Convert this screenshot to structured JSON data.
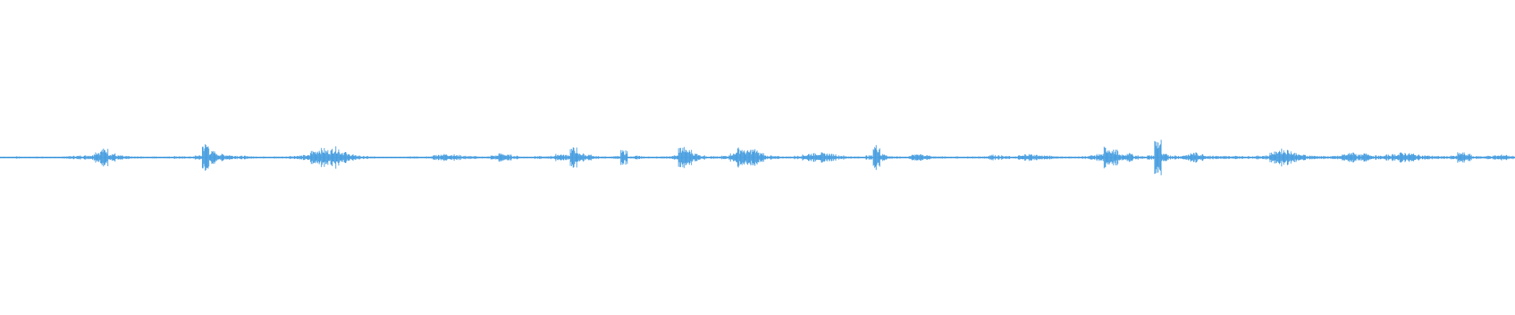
{
  "waveform": {
    "color": "#4a9fe0",
    "background": "#ffffff",
    "amplitude_profile": [
      0.02,
      0.02,
      0.03,
      0.02,
      0.02,
      0.03,
      0.02,
      0.02,
      0.03,
      0.04,
      0.05,
      0.06,
      0.07,
      0.18,
      0.25,
      0.12,
      0.06,
      0.04,
      0.03,
      0.03,
      0.02,
      0.03,
      0.02,
      0.03,
      0.04,
      0.03,
      0.03,
      0.06,
      0.4,
      0.18,
      0.1,
      0.08,
      0.06,
      0.05,
      0.04,
      0.03,
      0.03,
      0.02,
      0.03,
      0.03,
      0.05,
      0.06,
      0.07,
      0.2,
      0.26,
      0.22,
      0.3,
      0.18,
      0.1,
      0.06,
      0.04,
      0.03,
      0.02,
      0.03,
      0.02,
      0.02,
      0.03,
      0.03,
      0.02,
      0.03,
      0.08,
      0.1,
      0.09,
      0.07,
      0.05,
      0.04,
      0.03,
      0.03,
      0.06,
      0.12,
      0.08,
      0.05,
      0.03,
      0.03,
      0.04,
      0.03,
      0.05,
      0.1,
      0.08,
      0.28,
      0.12,
      0.08,
      0.04,
      0.03,
      0.03,
      0.04,
      0.2,
      0.03,
      0.05,
      0.03,
      0.02,
      0.03,
      0.03,
      0.06,
      0.3,
      0.22,
      0.12,
      0.06,
      0.04,
      0.03,
      0.05,
      0.12,
      0.28,
      0.2,
      0.24,
      0.14,
      0.06,
      0.04,
      0.03,
      0.03,
      0.05,
      0.08,
      0.12,
      0.14,
      0.12,
      0.1,
      0.06,
      0.04,
      0.03,
      0.03,
      0.06,
      0.36,
      0.1,
      0.04,
      0.03,
      0.03,
      0.08,
      0.12,
      0.06,
      0.04,
      0.03,
      0.03,
      0.03,
      0.02,
      0.03,
      0.03,
      0.04,
      0.08,
      0.06,
      0.04,
      0.03,
      0.06,
      0.1,
      0.08,
      0.06,
      0.05,
      0.04,
      0.03,
      0.03,
      0.03,
      0.04,
      0.06,
      0.1,
      0.3,
      0.22,
      0.08,
      0.12,
      0.06,
      0.04,
      0.06,
      0.52,
      0.1,
      0.06,
      0.05,
      0.08,
      0.14,
      0.1,
      0.06,
      0.05,
      0.04,
      0.04,
      0.05,
      0.04,
      0.04,
      0.05,
      0.06,
      0.16,
      0.24,
      0.22,
      0.14,
      0.08,
      0.06,
      0.05,
      0.04,
      0.04,
      0.05,
      0.1,
      0.16,
      0.08,
      0.12,
      0.06,
      0.05,
      0.08,
      0.1,
      0.14,
      0.12,
      0.08,
      0.06,
      0.05,
      0.04,
      0.04,
      0.05,
      0.14,
      0.1,
      0.04,
      0.04,
      0.05,
      0.06,
      0.08,
      0.05
    ]
  }
}
